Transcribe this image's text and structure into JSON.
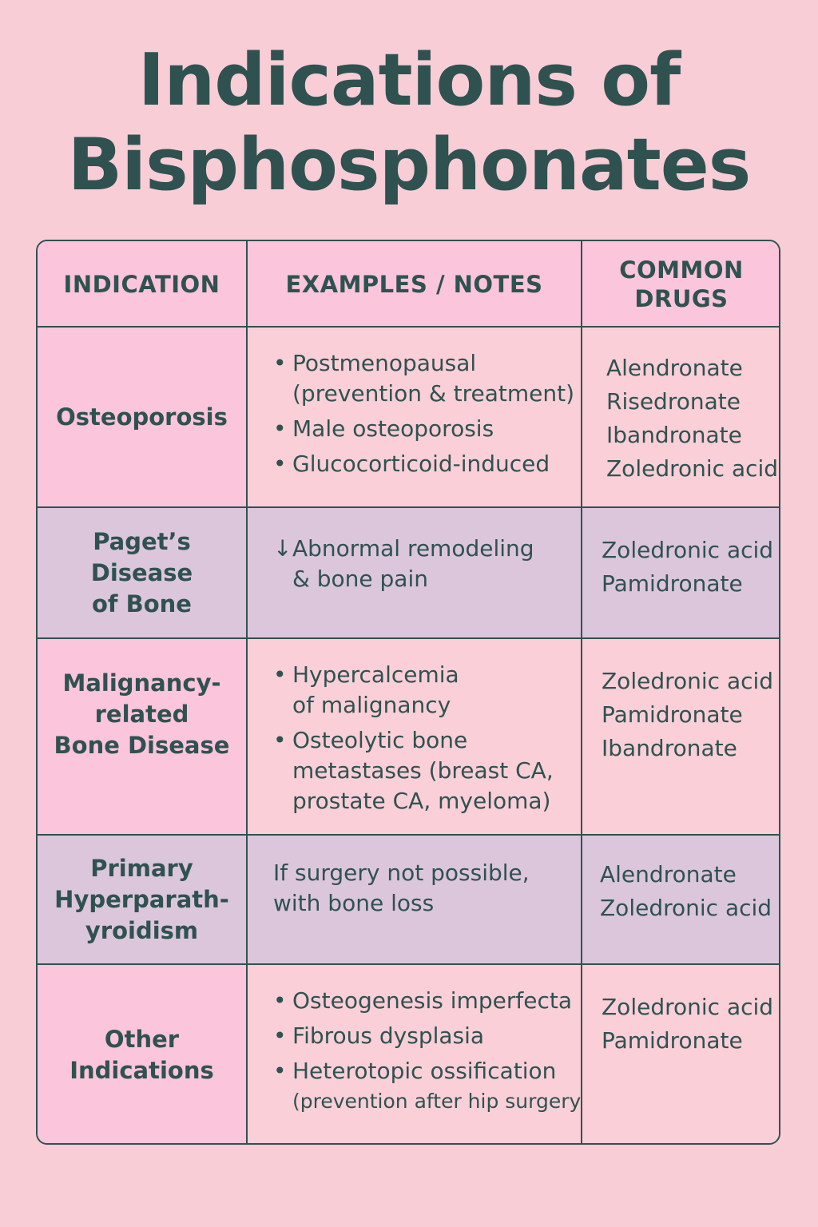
{
  "title": {
    "line1": "Indications of",
    "line2": "Bisphosphonates"
  },
  "headers": {
    "indication": "INDICATION",
    "notes": "EXAMPLES / NOTES",
    "drugs_line1": "COMMON",
    "drugs_line2": "DRUGS"
  },
  "rows": [
    {
      "indication": [
        "Osteoporosis"
      ],
      "notes": [
        {
          "bullet": "•",
          "lines": [
            "Postmenopausal",
            "(prevention & treatment)"
          ]
        },
        {
          "bullet": "•",
          "lines": [
            "Male osteoporosis"
          ]
        },
        {
          "bullet": "•",
          "lines": [
            "Glucocorticoid-induced"
          ]
        }
      ],
      "drugs": [
        "Alendronate",
        "Risedronate",
        "Ibandronate",
        "Zoledronic acid"
      ]
    },
    {
      "indication": [
        "Paget’s",
        "Disease",
        "of Bone"
      ],
      "notes": [
        {
          "bullet": "↓",
          "lines": [
            "Abnormal remodeling",
            "& bone pain"
          ]
        }
      ],
      "drugs": [
        "Zoledronic acid",
        "Pamidronate"
      ]
    },
    {
      "indication": [
        "Malignancy-",
        "related",
        "Bone Disease"
      ],
      "notes": [
        {
          "bullet": "•",
          "lines": [
            "Hypercalcemia",
            "of malignancy"
          ]
        },
        {
          "bullet": "•",
          "lines": [
            "Osteolytic bone",
            "metastases (breast CA,",
            "prostate CA, myeloma)"
          ]
        }
      ],
      "drugs": [
        "Zoledronic acid",
        "Pamidronate",
        "Ibandronate"
      ]
    },
    {
      "indication": [
        "Primary",
        "Hyperparath-",
        "yroidism"
      ],
      "notes": [
        {
          "bullet": "",
          "lines": [
            "If surgery not possible,",
            "with bone loss"
          ]
        }
      ],
      "drugs": [
        "Alendronate",
        "Zoledronic acid"
      ]
    },
    {
      "indication": [
        "Other",
        "Indications"
      ],
      "notes": [
        {
          "bullet": "•",
          "lines": [
            "Osteogenesis imperfecta"
          ]
        },
        {
          "bullet": "•",
          "lines": [
            "Fibrous dysplasia"
          ]
        },
        {
          "bullet": "•",
          "lines": [
            "Heterotopic ossification"
          ],
          "small": "(prevention after hip surgery"
        }
      ],
      "drugs": [
        "Zoledronic acid",
        "Pamidronate"
      ]
    }
  ]
}
